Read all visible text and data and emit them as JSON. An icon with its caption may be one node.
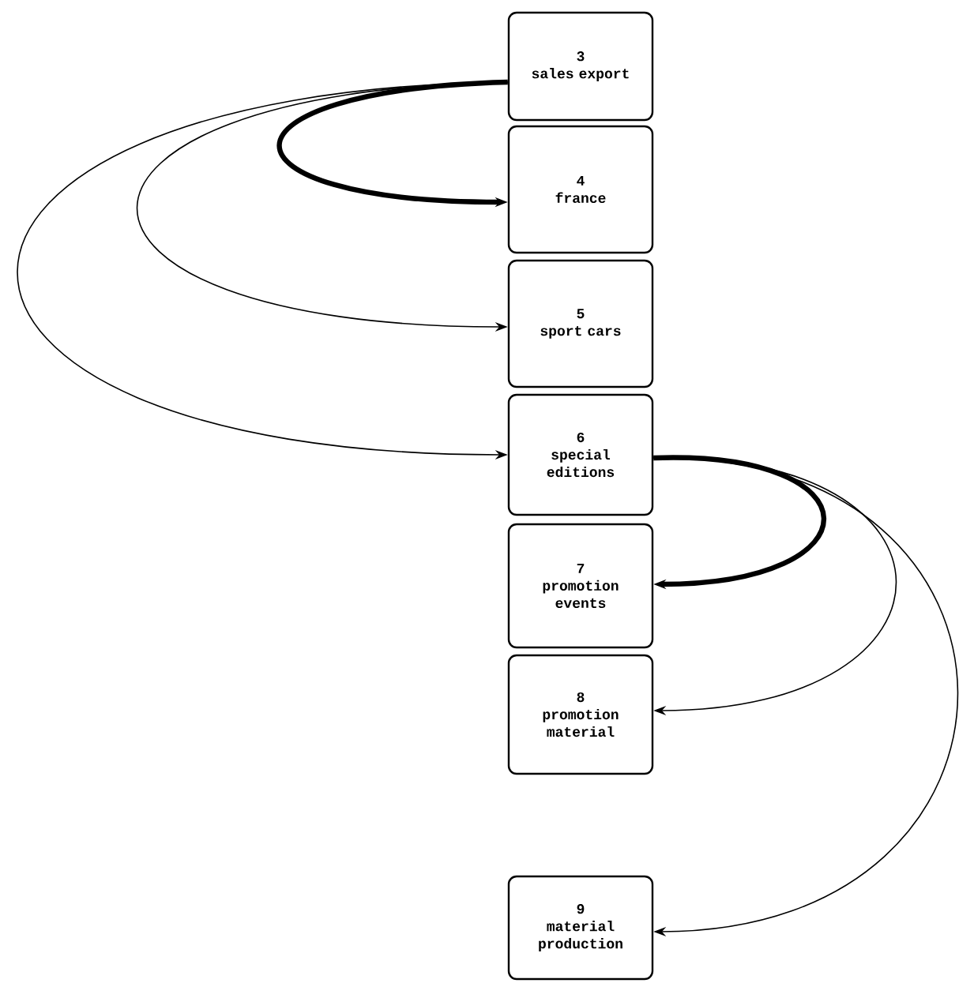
{
  "diagram": {
    "nodes": [
      {
        "text": [
          "3",
          "sales export"
        ]
      },
      {
        "text": [
          "4",
          "france"
        ]
      },
      {
        "text": [
          "5",
          "sport cars"
        ]
      },
      {
        "text": [
          "6",
          "special editions"
        ]
      },
      {
        "text": [
          "7",
          "promotion events"
        ]
      },
      {
        "text": [
          "8",
          "promotion material"
        ]
      },
      {
        "text": [
          "9",
          "material production"
        ]
      }
    ],
    "edges": [
      {
        "from": 0,
        "to": 1,
        "arrow": "to",
        "style": "thick"
      },
      {
        "from": 0,
        "to": 2,
        "arrow": "to"
      },
      {
        "from": 0,
        "to": 3,
        "arrow": "to"
      },
      {
        "from": 3,
        "to": 4,
        "arrow": "to",
        "style": "thick"
      },
      {
        "from": 3,
        "to": 5,
        "arrow": "to"
      },
      {
        "from": 3,
        "to": 6,
        "arrow": "to"
      }
    ]
  }
}
